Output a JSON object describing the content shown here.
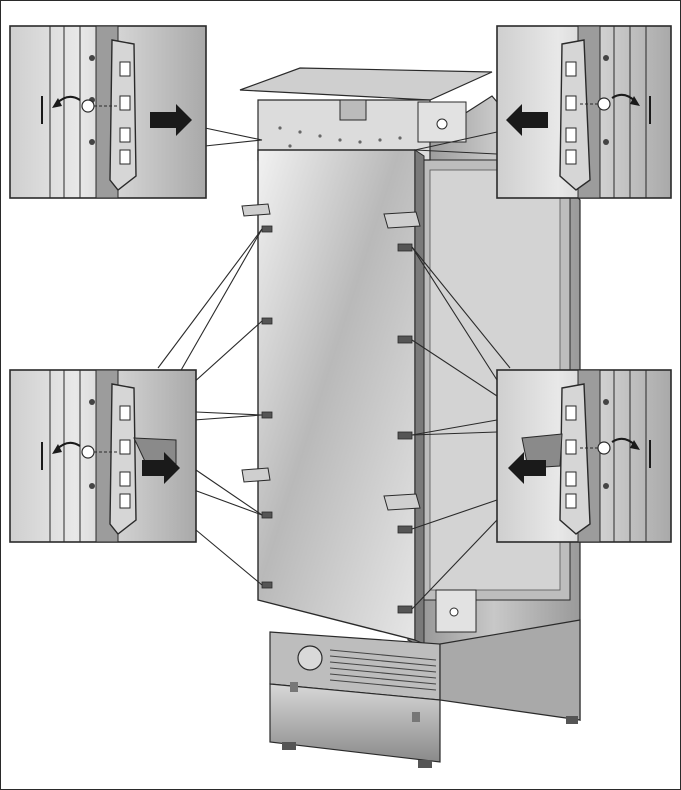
{
  "figure": {
    "colors": {
      "line": "#2a2a2a",
      "panel_light": "#d9d9d9",
      "panel_mid": "#a8a8a8",
      "panel_dark": "#6e6e6e",
      "inset_bg": "#b5b5b5",
      "arrow": "#1a1a1a"
    },
    "insets": [
      {
        "id": "top-left",
        "pull_arrow": "right",
        "screw_arrow": "left"
      },
      {
        "id": "top-right",
        "pull_arrow": "left",
        "screw_arrow": "right"
      },
      {
        "id": "bottom-left",
        "pull_arrow": "right",
        "screw_arrow": "left"
      },
      {
        "id": "bottom-right",
        "pull_arrow": "left",
        "screw_arrow": "right"
      }
    ]
  }
}
